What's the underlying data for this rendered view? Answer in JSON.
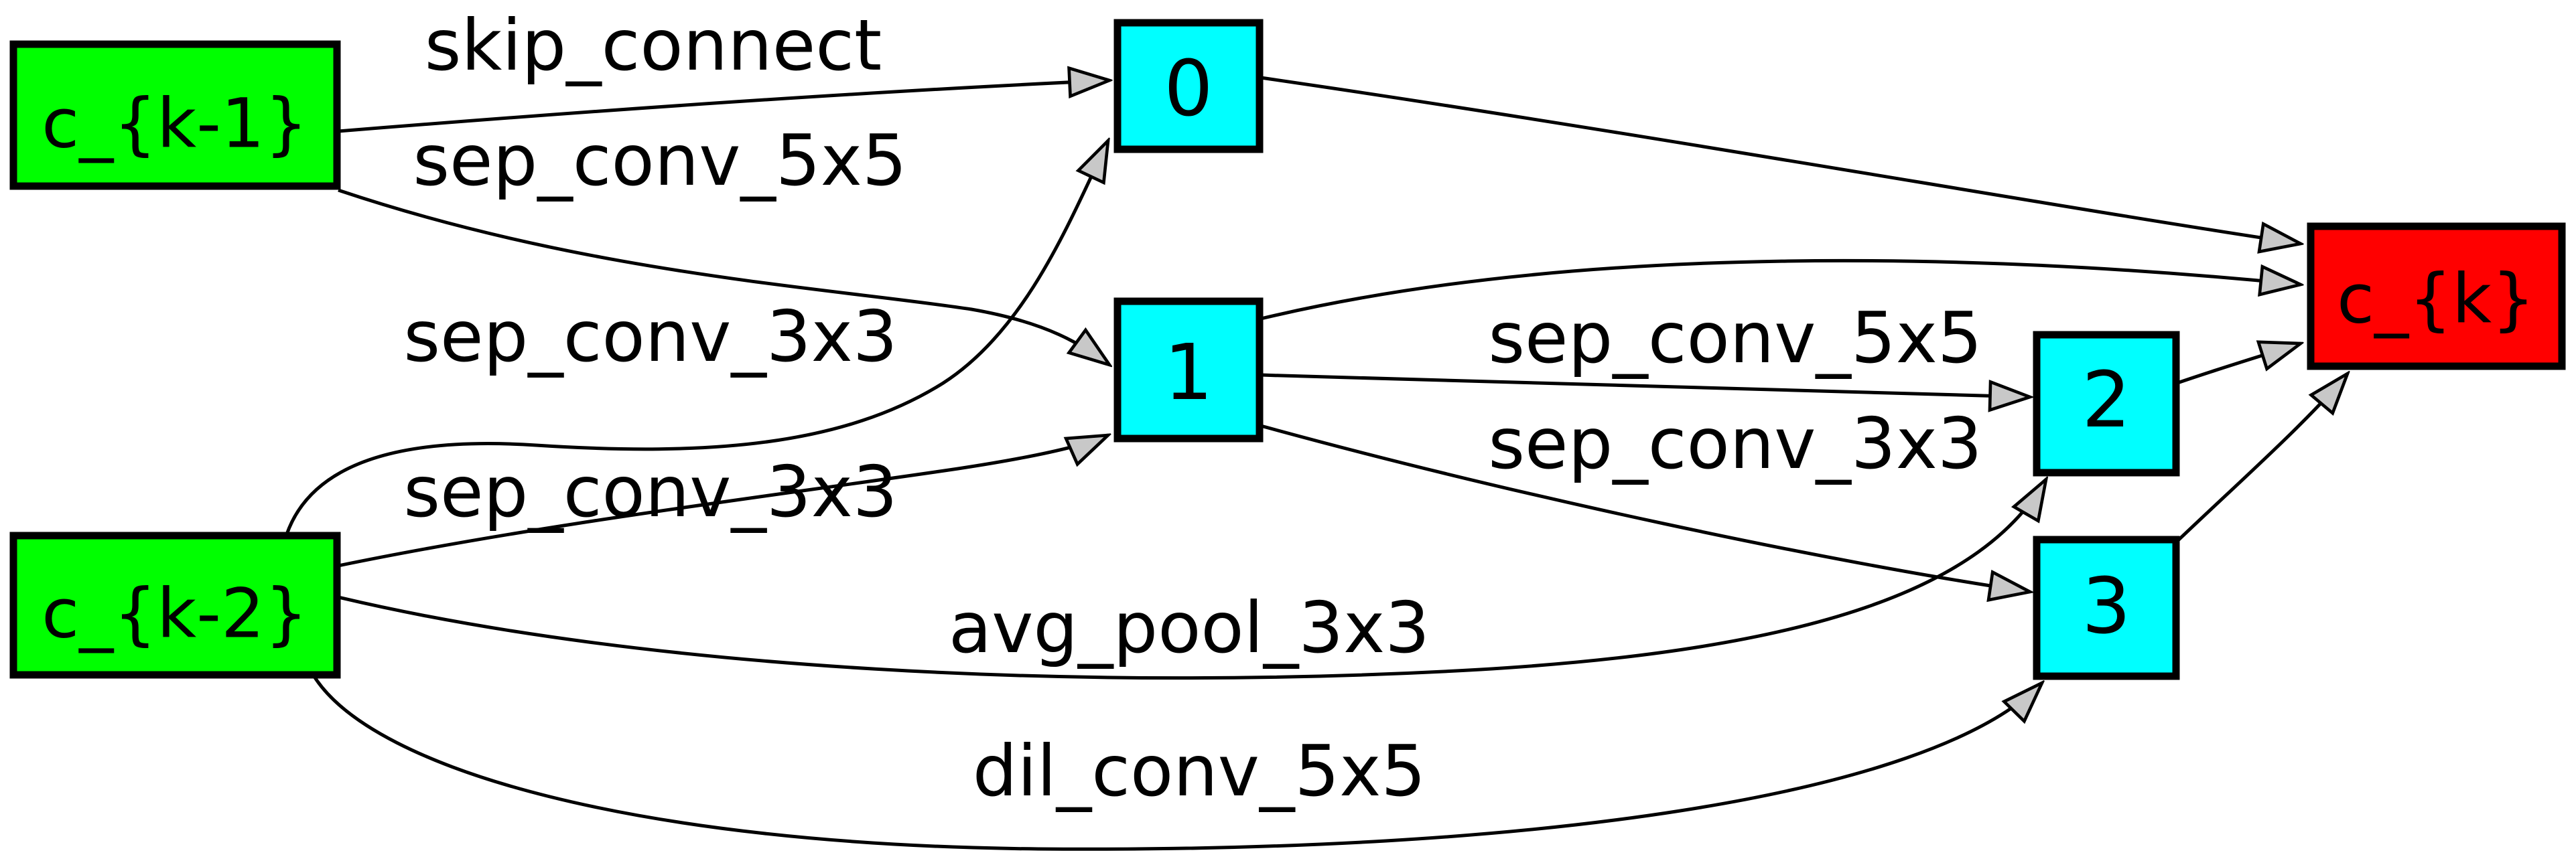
{
  "diagram": {
    "description": "Neural architecture search cell graph (DARTS-style normal cell)",
    "background_color": "#ffffff",
    "edge_color": "#000000",
    "arrowhead_color": "#c8c8c8",
    "node_role_colors": {
      "input": "#00ff00",
      "intermediate": "#00ffff",
      "output": "#ff0000"
    },
    "nodes": [
      {
        "id": "c_k-1",
        "label": "c_{k-1}",
        "role": "input",
        "fill": "#00ff00"
      },
      {
        "id": "c_k-2",
        "label": "c_{k-2}",
        "role": "input",
        "fill": "#00ff00"
      },
      {
        "id": "0",
        "label": "0",
        "role": "intermediate",
        "fill": "#00ffff"
      },
      {
        "id": "1",
        "label": "1",
        "role": "intermediate",
        "fill": "#00ffff"
      },
      {
        "id": "2",
        "label": "2",
        "role": "intermediate",
        "fill": "#00ffff"
      },
      {
        "id": "3",
        "label": "3",
        "role": "intermediate",
        "fill": "#00ffff"
      },
      {
        "id": "c_k",
        "label": "c_{k}",
        "role": "output",
        "fill": "#ff0000"
      }
    ],
    "edges": [
      {
        "from": "c_{k-1}",
        "to": "0",
        "label": "skip_connect"
      },
      {
        "from": "c_{k-1}",
        "to": "1",
        "label": "sep_conv_5x5"
      },
      {
        "from": "c_{k-2}",
        "to": "0",
        "label": "sep_conv_3x3"
      },
      {
        "from": "c_{k-2}",
        "to": "1",
        "label": "sep_conv_3x3"
      },
      {
        "from": "1",
        "to": "2",
        "label": "sep_conv_5x5"
      },
      {
        "from": "1",
        "to": "3",
        "label": "sep_conv_3x3"
      },
      {
        "from": "c_{k-2}",
        "to": "2",
        "label": "avg_pool_3x3"
      },
      {
        "from": "c_{k-2}",
        "to": "3",
        "label": "dil_conv_5x5"
      },
      {
        "from": "0",
        "to": "c_{k}",
        "label": ""
      },
      {
        "from": "1",
        "to": "c_{k}",
        "label": ""
      },
      {
        "from": "2",
        "to": "c_{k}",
        "label": ""
      },
      {
        "from": "3",
        "to": "c_{k}",
        "label": ""
      }
    ]
  }
}
